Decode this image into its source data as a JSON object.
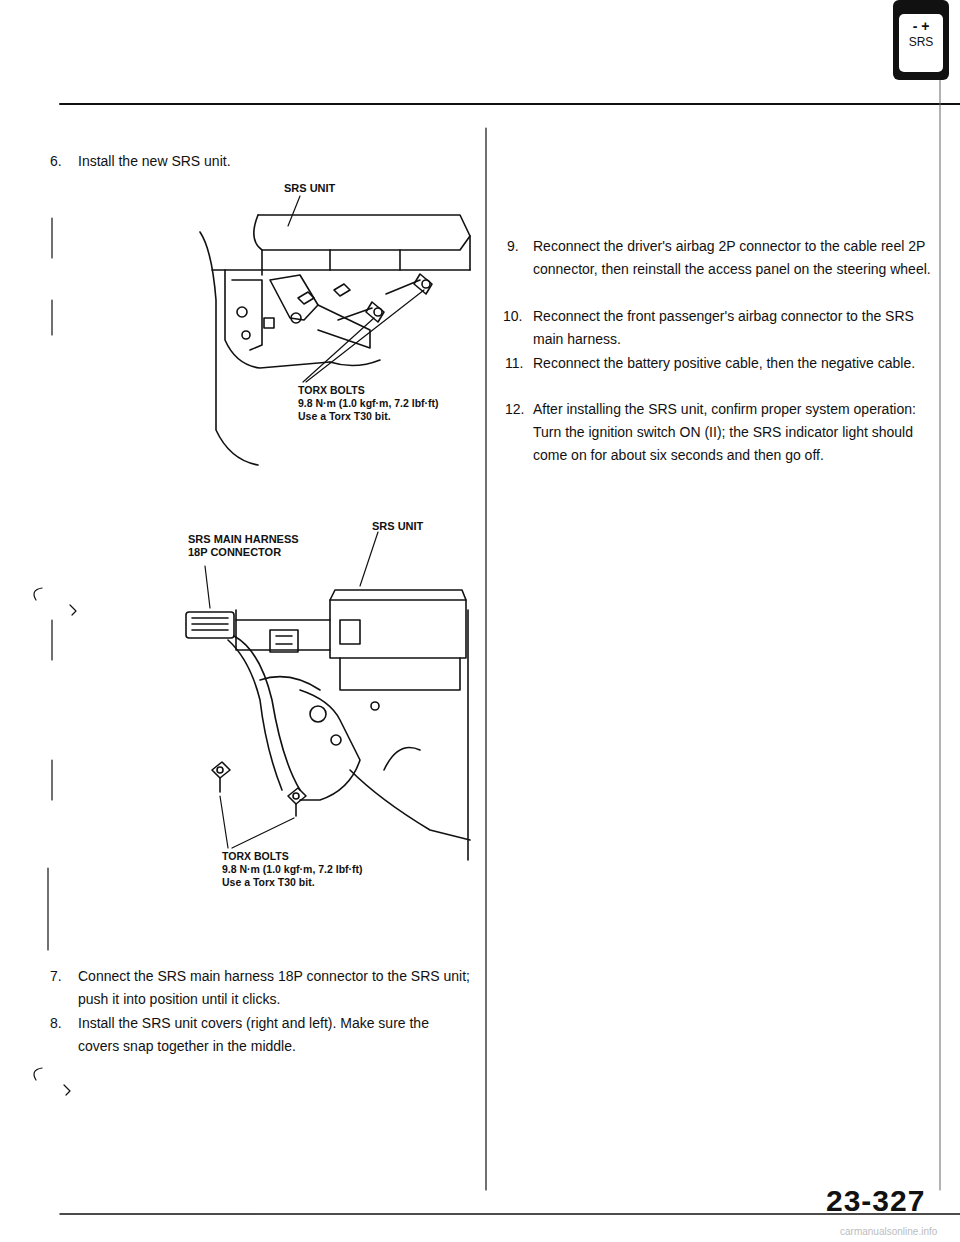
{
  "diagram": {
    "nodes": [
      {
        "text": [
          "- +",
          "SRS"
        ]
      }
    ],
    "labels": [
      "6.",
      "Install the new SRS unit.",
      "SRS UNIT",
      "TORX BOLTS",
      "9.8 N·m (1.0 kgf·m, 7.2 lbf·ft)",
      "Use a Torx T30 bit.",
      "SRS UNIT",
      "SRS MAIN HARNESS 18P CONNECTOR",
      "TORX BOLTS",
      "9.8 N·m (1.0 kgf·m, 7.2 lbf·ft)",
      "Use a Torx T30 bit.",
      "7.",
      "Connect the SRS main harness 18P connector to the SRS unit; push it into position until it clicks.",
      "8.",
      "Install the SRS unit covers (right and left). Make sure the covers snap together in the middle.",
      "9.",
      "Reconnect the driver's airbag 2P connector to the cable reel 2P connector, then reinstall the access panel on the steering wheel.",
      "10.",
      "Reconnect the front passenger's airbag connector to the SRS main harness.",
      "11.",
      "Reconnect the battery positive cable, then the negative cable.",
      "12.",
      "After installing the SRS unit, confirm proper system operation: Turn the ignition switch ON (II); the SRS indicator light should come on for about six seconds and then go off.",
      "23-327",
      "carmanualsonline.info"
    ]
  }
}
